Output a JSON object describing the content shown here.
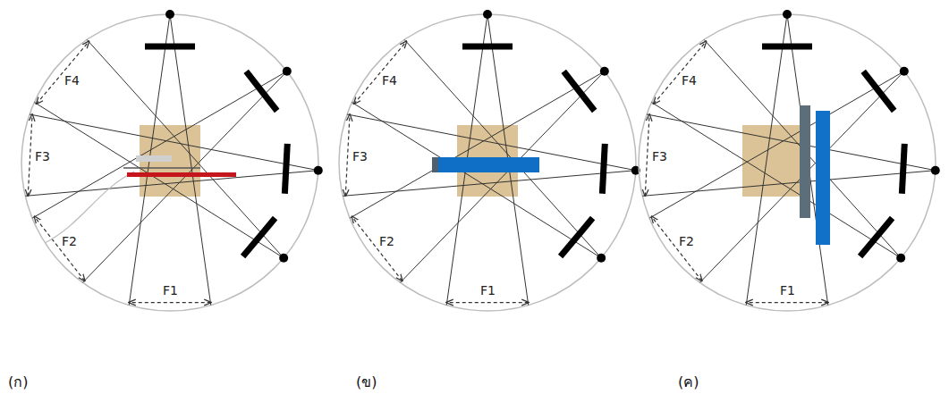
{
  "diagram": {
    "labels": [
      "F4",
      "F3",
      "F2",
      "F1",
      "F4",
      "F3",
      "F2",
      "F1",
      "F4",
      "F3",
      "F2",
      "F1",
      "(ก)",
      "(ข)",
      "(ค)"
    ]
  }
}
